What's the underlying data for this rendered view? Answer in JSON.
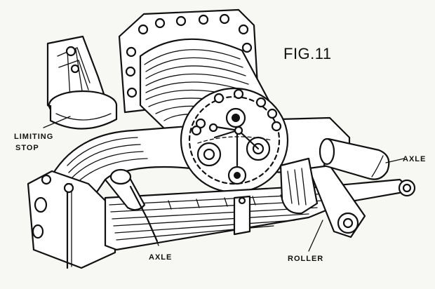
{
  "figure": {
    "title": "FIG.11"
  },
  "labels": {
    "limiting_stop_line1": "LIMITING",
    "limiting_stop_line2": "STOP",
    "axle_right": "AXLE",
    "axle_bottom": "AXLE",
    "roller": "ROLLER"
  },
  "colors": {
    "ink": "#111111",
    "paper": "#f7f7f3"
  }
}
